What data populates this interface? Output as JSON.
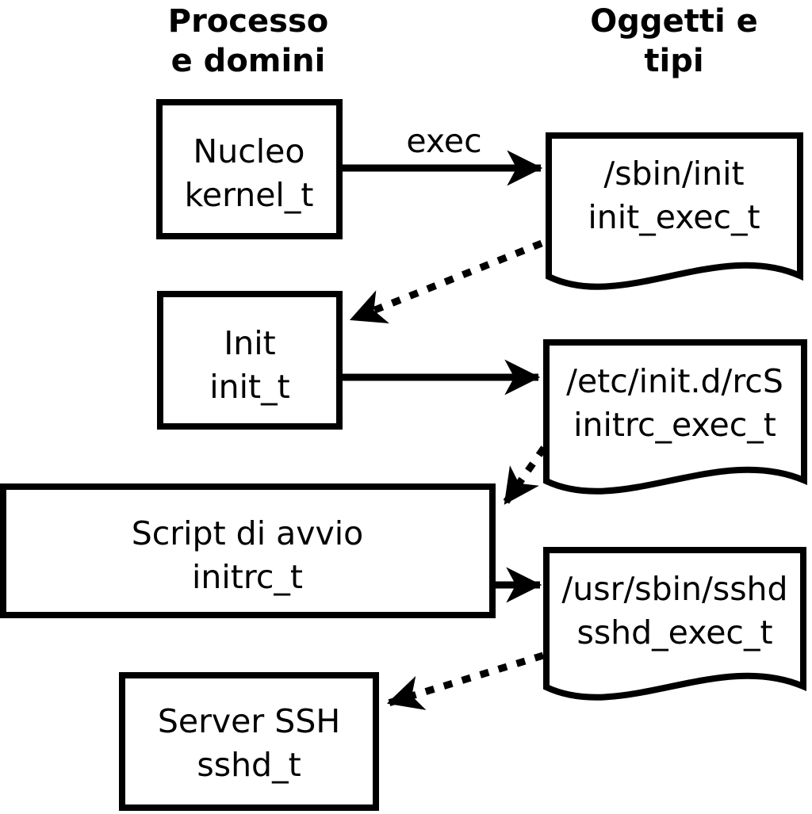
{
  "diagram": {
    "title_implicit": "SELinux domain transition flow",
    "colors": {
      "background": "#ffffff",
      "line": "#000000",
      "text": "#000000"
    },
    "headers": {
      "left": {
        "line1": "Processo",
        "line2": "e domini"
      },
      "right": {
        "line1": "Oggetti e",
        "line2": "tipi"
      }
    },
    "process_boxes": [
      {
        "id": "kernel",
        "name": "Nucleo",
        "type": "kernel_t"
      },
      {
        "id": "init",
        "name": "Init",
        "type": "init_t"
      },
      {
        "id": "initrc",
        "name": "Script di avvio",
        "type": "initrc_t"
      },
      {
        "id": "sshd",
        "name": "Server SSH",
        "type": "sshd_t"
      }
    ],
    "object_documents": [
      {
        "id": "init_exec",
        "path": "/sbin/init",
        "type": "init_exec_t"
      },
      {
        "id": "initrc_exec",
        "path": "/etc/init.d/rcS",
        "type": "initrc_exec_t"
      },
      {
        "id": "sshd_exec",
        "path": "/usr/sbin/sshd",
        "type": "sshd_exec_t"
      }
    ],
    "edges": [
      {
        "from": "Nucleo (kernel_t)",
        "to": "/sbin/init (init_exec_t)",
        "style": "solid",
        "label": "exec"
      },
      {
        "from": "/sbin/init (init_exec_t)",
        "to": "Init (init_t)",
        "style": "dotted",
        "label": ""
      },
      {
        "from": "Init (init_t)",
        "to": "/etc/init.d/rcS (initrc_exec_t)",
        "style": "solid",
        "label": ""
      },
      {
        "from": "/etc/init.d/rcS (initrc_exec_t)",
        "to": "Script di avvio (initrc_t)",
        "style": "dotted",
        "label": ""
      },
      {
        "from": "Script di avvio (initrc_t)",
        "to": "/usr/sbin/sshd (sshd_exec_t)",
        "style": "solid",
        "label": ""
      },
      {
        "from": "/usr/sbin/sshd (sshd_exec_t)",
        "to": "Server SSH (sshd_t)",
        "style": "dotted",
        "label": ""
      }
    ]
  }
}
